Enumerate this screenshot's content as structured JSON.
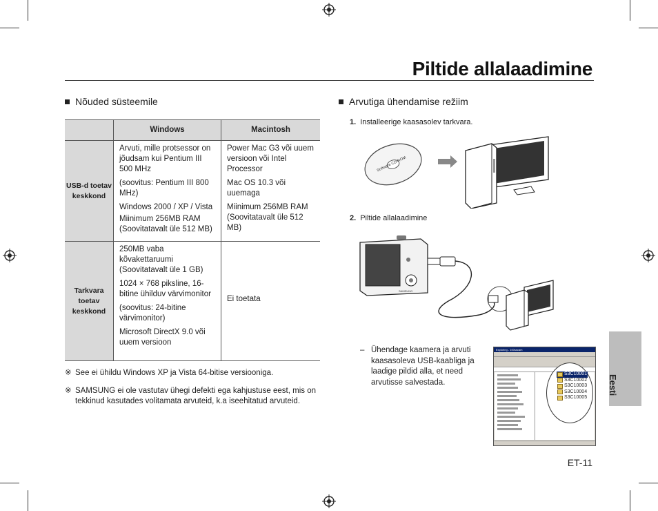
{
  "page": {
    "title": "Piltide allalaadimine",
    "page_number": "ET-11",
    "side_tab": "Eesti"
  },
  "left": {
    "heading": "Nõuded süsteemile",
    "table": {
      "headers": [
        "",
        "Windows",
        "Macintosh"
      ],
      "rows": [
        {
          "label": "USB-d toetav keskkond",
          "windows": [
            "Arvuti, mille protsessor on jõudsam kui Pentium III 500 MHz",
            "(soovitus: Pentium III 800 MHz)",
            "Windows 2000 / XP / Vista",
            "Miinimum 256MB RAM (Soovitatavalt üle 512 MB)"
          ],
          "mac": [
            "Power Mac G3 või uuem versioon või Intel Processor",
            "Mac OS 10.3 või uuemaga",
            "Miinimum 256MB RAM (Soovitatavalt üle 512 MB)"
          ]
        },
        {
          "label": "Tarkvara toetav keskkond",
          "windows": [
            "250MB vaba kõvakettaruumi (Soovitatavalt üle 1 GB)",
            "1024 × 768 piksline, 16-bitine ühilduv värvimonitor",
            "(soovitus: 24-bitine värvimonitor)",
            "Microsoft DirectX 9.0 või uuem versioon"
          ],
          "mac": [
            "Ei toetata"
          ]
        }
      ]
    },
    "notes": [
      {
        "mark": "※",
        "text": "See ei ühildu Windows XP ja Vista 64-bitise versiooniga."
      },
      {
        "mark": "※",
        "text": "SAMSUNG ei ole vastutav ühegi defekti ega kahjustuse eest, mis on tekkinud kasutades volitamata arvuteid, k.a iseehitatud arvuteid."
      }
    ]
  },
  "right": {
    "heading": "Arvutiga ühendamise režiim",
    "steps": [
      {
        "num": "1.",
        "text": "Installeerige kaasasolev tarkvara."
      },
      {
        "num": "2.",
        "text": "Piltide allalaadimine"
      }
    ],
    "cd_label": "Software CD-ROM",
    "camera_brand": "SAMSUNG",
    "dash_item": {
      "mark": "–",
      "text": "Ühendage kaamera ja arvuti kaasasoleva USB-kaabliga ja laadige pildid alla, et need arvutisse salvestada."
    },
    "explorer": {
      "title": "Exploring - 100sscam",
      "folders": [
        "S3C10001",
        "S3C10002",
        "S3C10003",
        "S3C10004",
        "S3C10005"
      ]
    }
  },
  "colors": {
    "table_header_bg": "#d9d9d9",
    "side_tab_bg": "#bdbdbd",
    "explorer_titlebar": "#0a246a"
  }
}
